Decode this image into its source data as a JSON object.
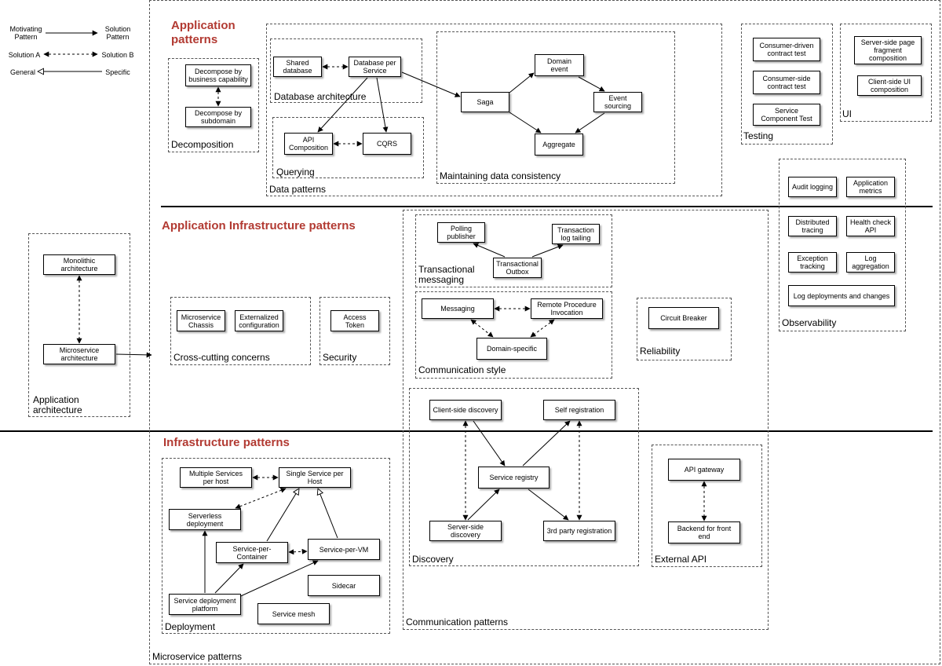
{
  "colors": {
    "section_title": "#b23a32",
    "line": "#000000",
    "group_border": "#555555"
  },
  "legend": {
    "motivating": "Motivating\nPattern",
    "solution": "Solution\nPattern",
    "solution_a": "Solution A",
    "solution_b": "Solution B",
    "general": "General",
    "specific": "Specific"
  },
  "sections": {
    "application_patterns": "Application\npatterns",
    "application_infrastructure_patterns": "Application Infrastructure patterns",
    "infrastructure_patterns": "Infrastructure patterns"
  },
  "groups": {
    "microservice_patterns": "Microservice patterns",
    "application_architecture": "Application\narchitecture",
    "decomposition": "Decomposition",
    "database_architecture": "Database architecture",
    "querying": "Querying",
    "data_patterns": "Data patterns",
    "maintaining_data_consistency": "Maintaining data consistency",
    "testing": "Testing",
    "ui": "UI",
    "observability": "Observability",
    "transactional_messaging": "Transactional\nmessaging",
    "communication_style": "Communication style",
    "reliability": "Reliability",
    "cross_cutting_concerns": "Cross-cutting concerns",
    "security": "Security",
    "discovery": "Discovery",
    "external_api": "External API",
    "communication_patterns": "Communication patterns",
    "deployment": "Deployment"
  },
  "boxes": {
    "monolithic": "Monolithic\narchitecture",
    "microservice": "Microservice\narchitecture",
    "decompose_capability": "Decompose by\nbusiness capability",
    "decompose_subdomain": "Decompose by\nsubdomain",
    "shared_db": "Shared\ndatabase",
    "db_per_service": "Database per\nService",
    "api_composition": "API\nComposition",
    "cqrs": "CQRS",
    "domain_event": "Domain event",
    "saga": "Saga",
    "event_sourcing": "Event\nsourcing",
    "aggregate": "Aggregate",
    "consumer_driven_test": "Consumer-driven\ncontract test",
    "consumer_side_test": "Consumer-side\ncontract test",
    "service_component_test": "Service\nComponent Test",
    "server_side_fragment": "Server-side page\nfragment\ncomposition",
    "client_side_ui": "Client-side  UI\ncomposition",
    "audit_logging": "Audit logging",
    "app_metrics": "Application\nmetrics",
    "distributed_tracing": "Distributed\ntracing",
    "health_check": "Health check\nAPI",
    "exception_tracking": "Exception\ntracking",
    "log_aggregation": "Log\naggregation",
    "log_deployments": "Log deployments and changes",
    "polling_publisher": "Polling\npublisher",
    "transaction_log_tailing": "Transaction\nlog tailing",
    "transactional_outbox": "Transactional\nOutbox",
    "messaging": "Messaging",
    "rpi": "Remote Procedure\nInvocation",
    "domain_specific": "Domain-specific",
    "circuit_breaker": "Circuit Breaker",
    "microservice_chassis": "Microservice\nChassis",
    "externalized_config": "Externalized\nconfiguration",
    "access_token": "Access Token",
    "client_side_discovery": "Client-side discovery",
    "self_registration": "Self registration",
    "service_registry": "Service registry",
    "server_side_discovery": "Server-side\ndiscovery",
    "third_party_registration": "3rd party registration",
    "api_gateway": "API gateway",
    "bff": "Backend for front end",
    "multiple_services": "Multiple Services\nper host",
    "single_service": "Single Service per\nHost",
    "serverless": "Serverless\ndeployment",
    "service_per_container": "Service-per-\nContainer",
    "service_per_vm": "Service-per-VM",
    "sidecar": "Sidecar",
    "deployment_platform": "Service deployment\nplatform",
    "service_mesh": "Service mesh"
  }
}
